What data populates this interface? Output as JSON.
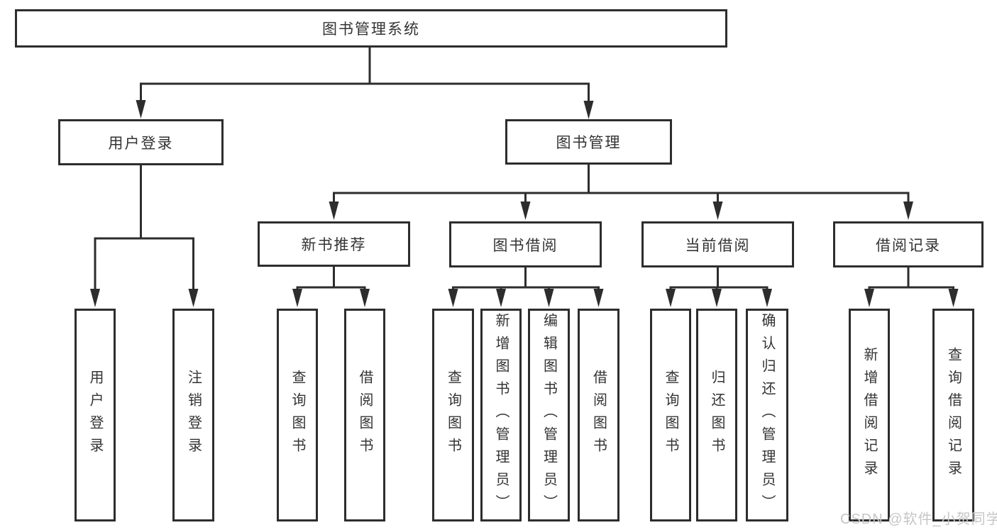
{
  "diagram": {
    "root": "图书管理系统",
    "user": {
      "label": "用户登录",
      "children": [
        "用户登录",
        "注销登录"
      ]
    },
    "mgmt": {
      "label": "图书管理",
      "sections": [
        {
          "label": "新书推荐",
          "children": [
            "查询图书",
            "借阅图书"
          ]
        },
        {
          "label": "图书借阅",
          "children": [
            "查询图书",
            "新增图书（管理员）",
            "编辑图书（管理员）",
            "借阅图书"
          ]
        },
        {
          "label": "当前借阅",
          "children": [
            "查询图书",
            "归还图书",
            "确认归还（管理员）"
          ]
        },
        {
          "label": "借阅记录",
          "children": [
            "新增借阅记录",
            "查询借阅记录"
          ]
        }
      ]
    }
  },
  "watermark": {
    "text": "CSDN @软件_小贺同学"
  },
  "colors": {
    "line": "#2d2d2d",
    "text": "#333333",
    "watermark": "#c6c6c6",
    "background": "#ffffff"
  }
}
